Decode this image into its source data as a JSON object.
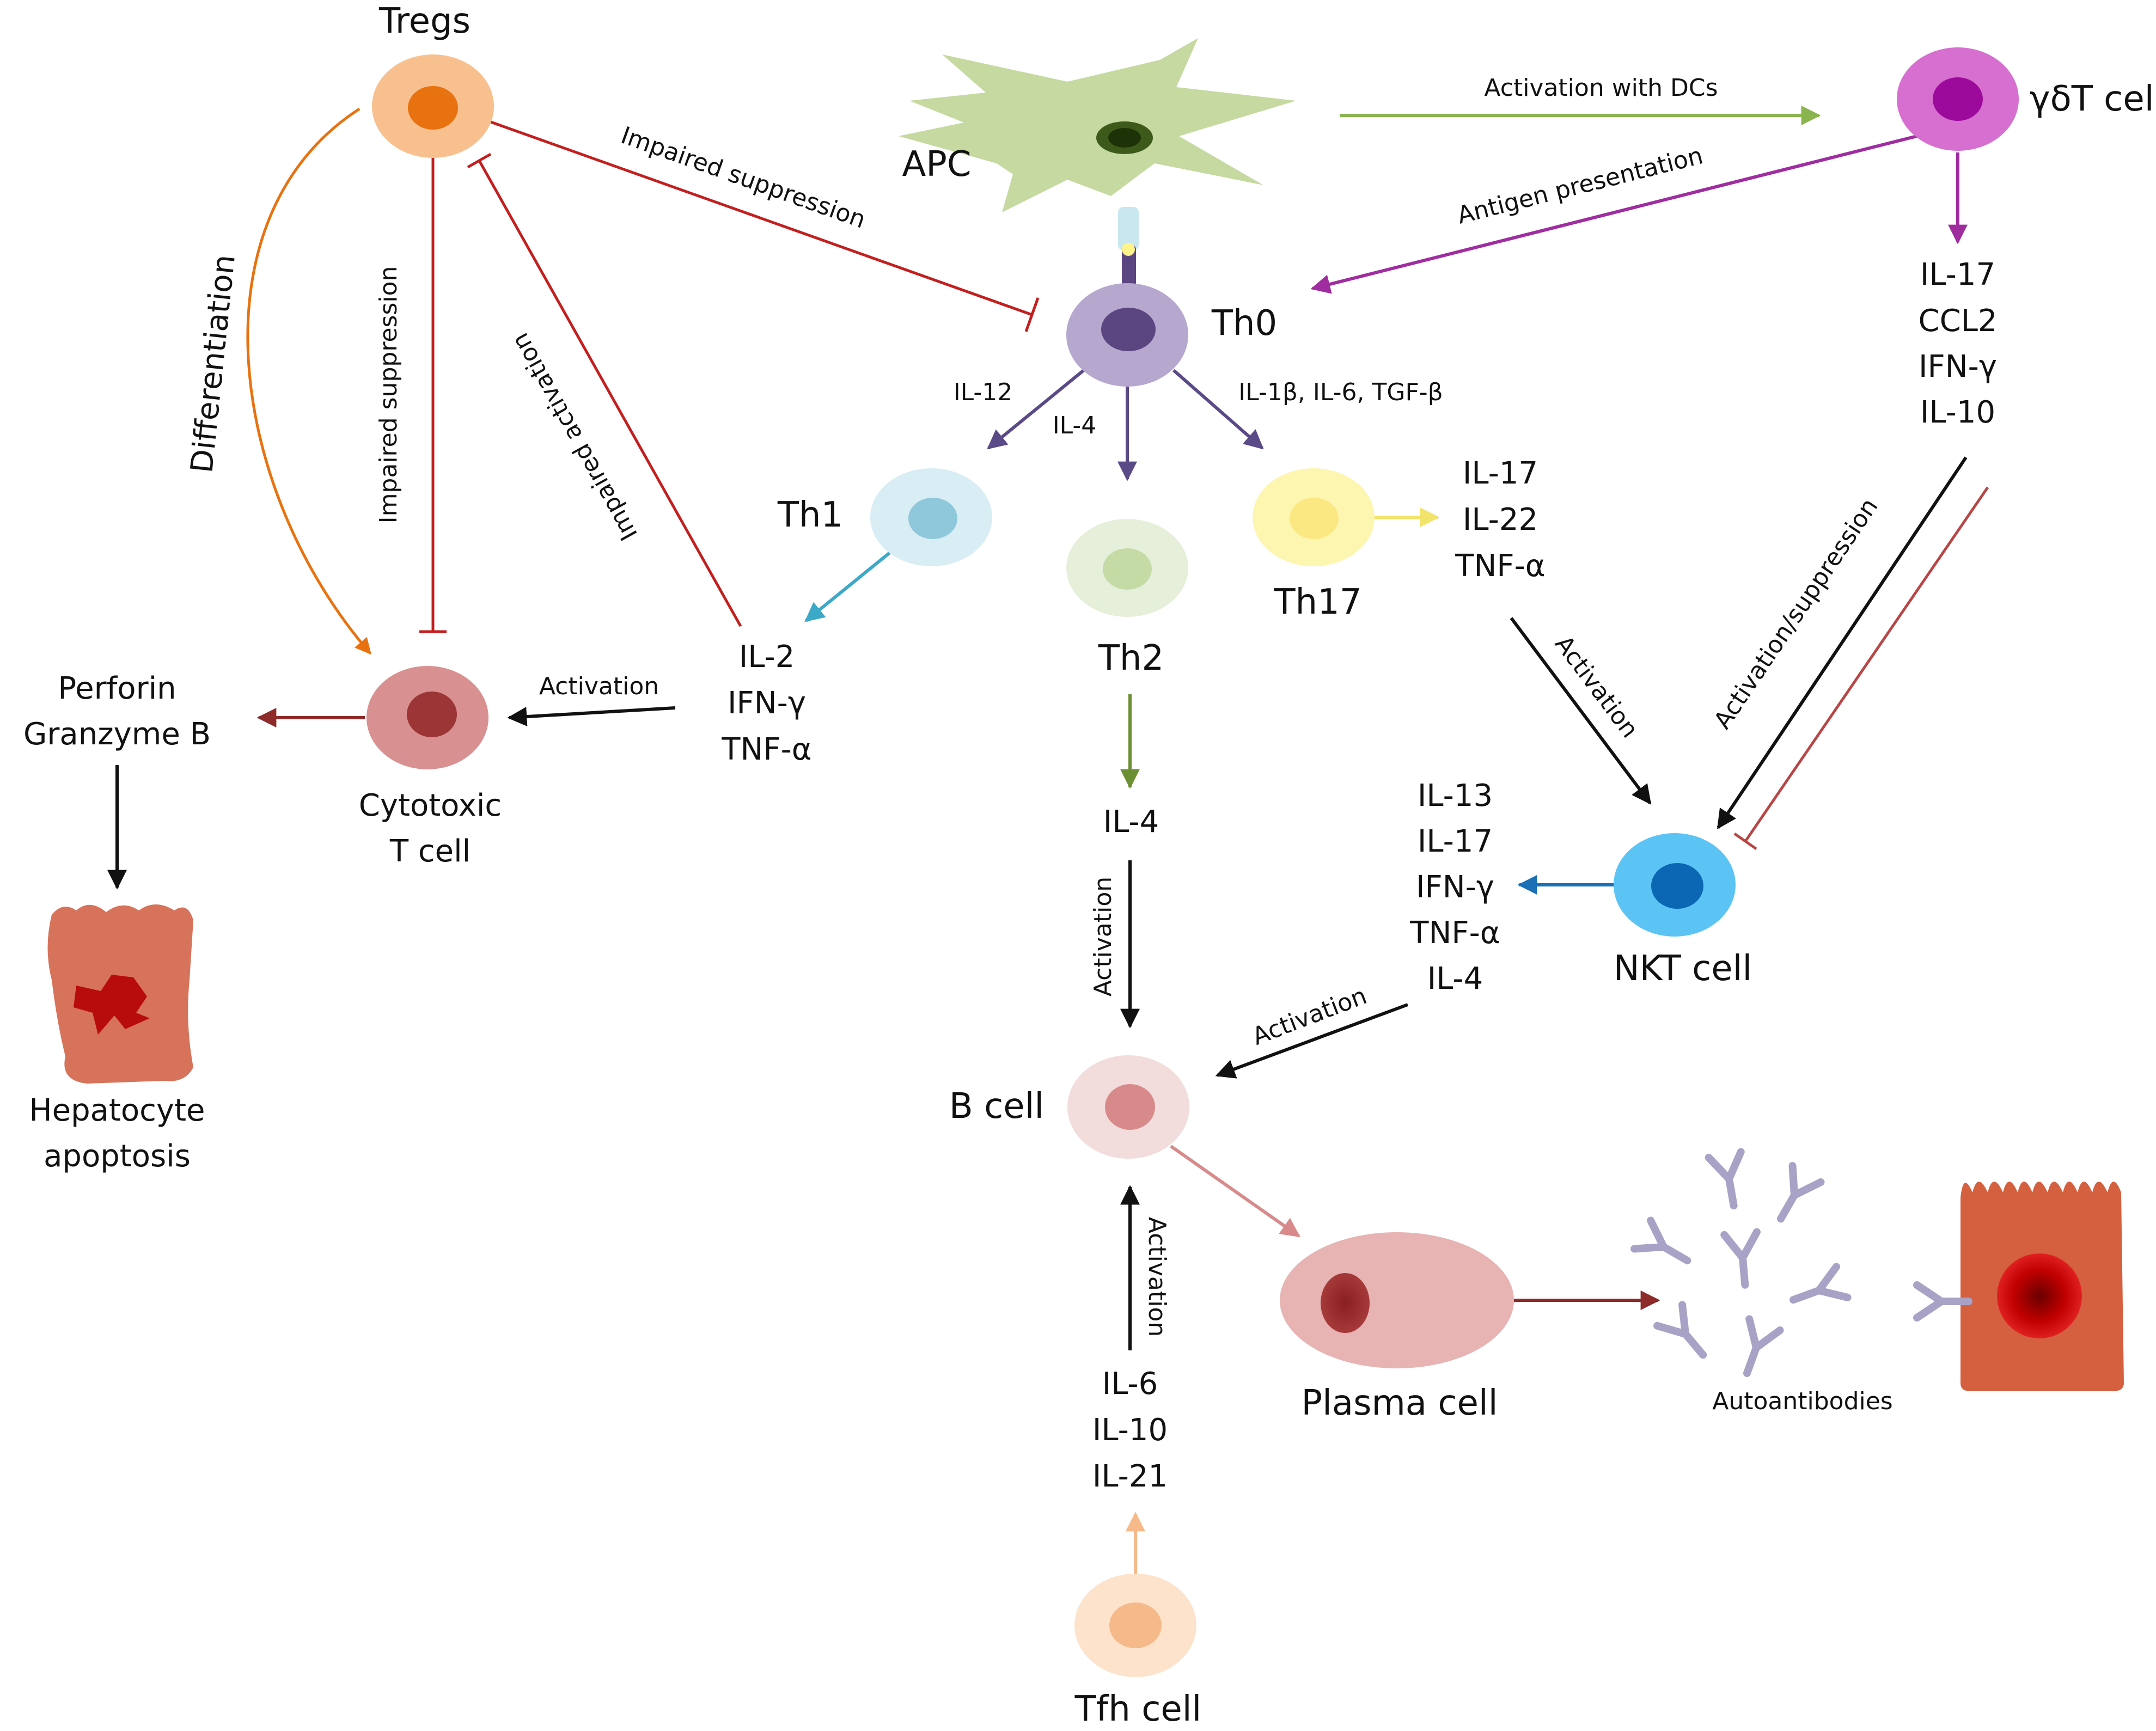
{
  "cells": {
    "tregs": "Tregs",
    "apc": "APC",
    "gdt": "γδT cell",
    "th0": "Th0",
    "th1": "Th1",
    "th2": "Th2",
    "th17": "Th17",
    "cytotoxic_line1": "Cytotoxic",
    "cytotoxic_line2": "T cell",
    "nkt": "NKT cell",
    "bcell": "B cell",
    "plasma": "Plasma cell",
    "tfh": "Tfh cell",
    "hepatocyte_line1": "Hepatocyte",
    "hepatocyte_line2": "apoptosis"
  },
  "edge_labels": {
    "activation_with_dcs": "Activation with DCs",
    "antigen_presentation": "Antigen presentation",
    "impaired_suppression_th0": "Impaired suppression",
    "impaired_suppression_ctl": "Impaired suppression",
    "impaired_activation": "Impaired activation",
    "differentiation": "Differentiation",
    "activation_ctl": "Activation",
    "il12": "IL-12",
    "il4": "IL-4",
    "th17_cytokines": "IL-1β, IL-6, TGF-β",
    "activation_th17_nkt": "Activation",
    "activation_suppression": "Activation/suppression",
    "activation_il4_b": "Activation",
    "activation_nkt_b": "Activation",
    "activation_tfh_b": "Activation",
    "autoantibodies": "Autoantibodies"
  },
  "lists": {
    "perforin": [
      "Perforin",
      "Granzyme B"
    ],
    "th1_cytokines": [
      "IL-2",
      "IFN-γ",
      "TNF-α"
    ],
    "th17_cytokines": [
      "IL-17",
      "IL-22",
      "TNF-α"
    ],
    "gdt_cytokines": [
      "IL-17",
      "CCL2",
      "IFN-γ",
      "IL-10"
    ],
    "nkt_cytokines": [
      "IL-13",
      "IL-17",
      "IFN-γ",
      "TNF-α",
      "IL-4"
    ],
    "th2_output": [
      "IL-4"
    ],
    "tfh_cytokines": [
      "IL-6",
      "IL-10",
      "IL-21"
    ]
  },
  "colors": {
    "tregs_outer": "#f9c08f",
    "tregs_inner": "#e8720f",
    "apc": "#c5d9a0",
    "gdt_outer": "#d66fd0",
    "gdt_inner": "#9c0a9c",
    "th0_outer": "#b6a7cf",
    "th0_inner": "#5c4682",
    "th1": "#d9edf5",
    "th2": "#e6efda",
    "th17": "#fdf6b0",
    "ctl": "#d99090",
    "nkt": "#5bc4f5",
    "bcell": "#f3dcdc",
    "plasma": "#e7b3b3",
    "tfh": "#fde3cc",
    "hepatocyte": "#d6735a",
    "red_arrow": "#c41e1e",
    "purple_arrow": "#5a4a87",
    "magenta_arrow": "#a02da0",
    "green_arrow": "#8ab44e"
  }
}
